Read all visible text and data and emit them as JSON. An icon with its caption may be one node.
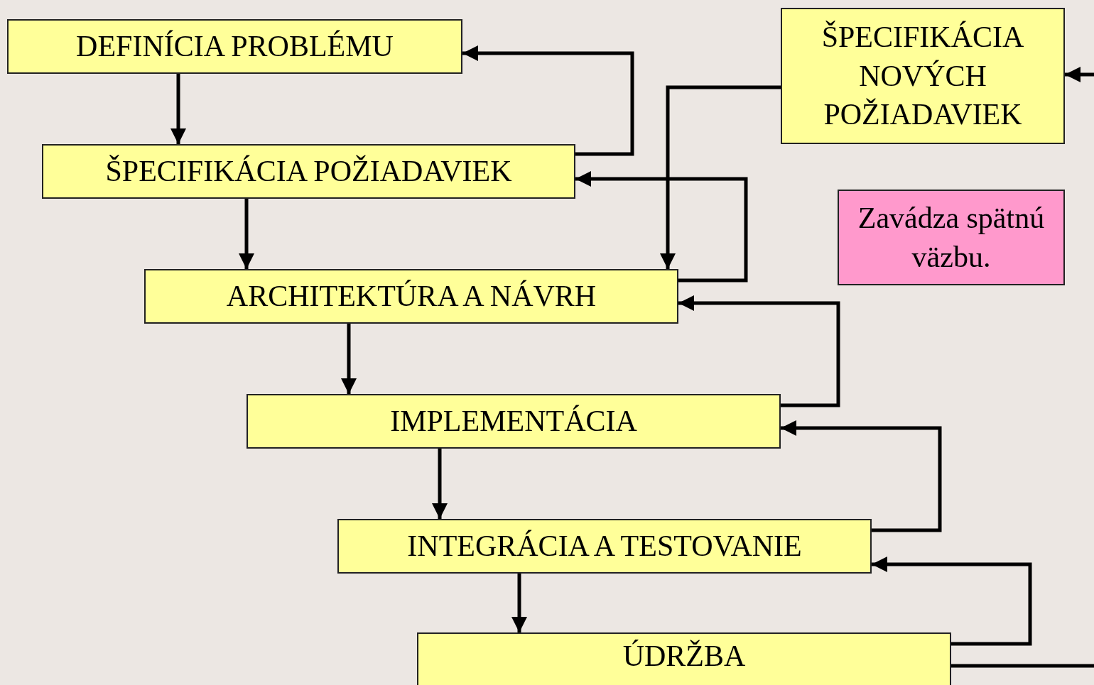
{
  "diagram": {
    "nodes": [
      {
        "text": [
          "DEFINÍCIA PROBLÉMU"
        ]
      },
      {
        "text": [
          "ŠPECIFIKÁCIA POŽIADAVIEK"
        ]
      },
      {
        "text": [
          "ARCHITEKTÚRA A NÁVRH"
        ]
      },
      {
        "text": [
          "IMPLEMENTÁCIA"
        ]
      },
      {
        "text": [
          "INTEGRÁCIA A TESTOVANIE"
        ]
      },
      {
        "text": [
          "ÚDRŽBA"
        ]
      },
      {
        "text": [
          "ŠPECIFIKÁCIA NOVÝCH POŽIADAVIEK"
        ]
      },
      {
        "text": [
          "Zavádza spätnú väzbu."
        ]
      }
    ],
    "edges": [
      {
        "from": 0,
        "to": 1,
        "arrow": "to"
      },
      {
        "from": 1,
        "to": 2,
        "arrow": "to"
      },
      {
        "from": 2,
        "to": 3,
        "arrow": "to"
      },
      {
        "from": 3,
        "to": 4,
        "arrow": "to"
      },
      {
        "from": 4,
        "to": 5,
        "arrow": "to"
      },
      {
        "from": 1,
        "to": 0,
        "arrow": "to"
      },
      {
        "from": 2,
        "to": 1,
        "arrow": "to"
      },
      {
        "from": 3,
        "to": 2,
        "arrow": "to"
      },
      {
        "from": 4,
        "to": 3,
        "arrow": "to"
      },
      {
        "from": 5,
        "to": 4,
        "arrow": "to"
      },
      {
        "from": 6,
        "to": 2,
        "arrow": "to"
      },
      {
        "from": 5,
        "to": null,
        "arrow": "none"
      },
      {
        "from": null,
        "to": 6,
        "arrow": "to"
      }
    ]
  }
}
